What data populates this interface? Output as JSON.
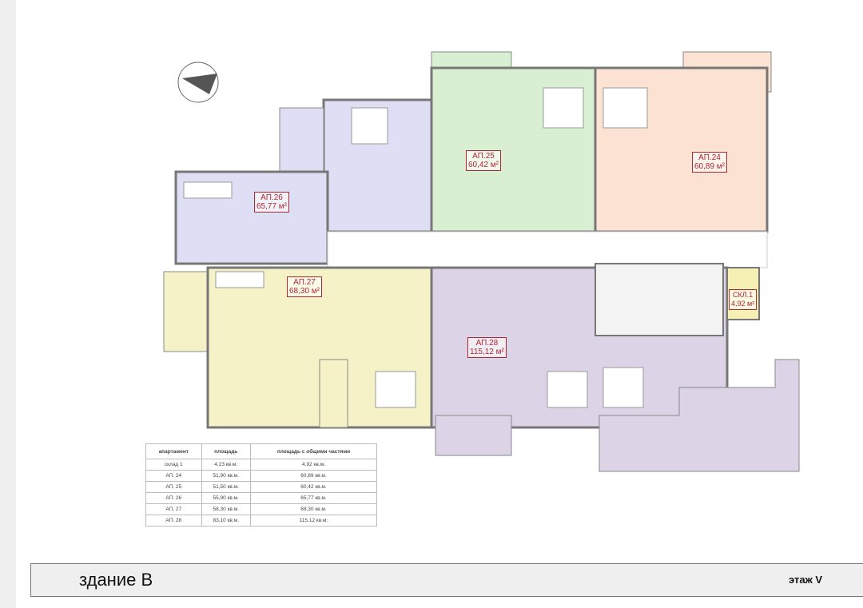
{
  "plan": {
    "apartments": [
      {
        "id": "ap26",
        "name": "АП.26",
        "area": "65,77 м²",
        "color": "#dedff5"
      },
      {
        "id": "ap25",
        "name": "АП.25",
        "area": "60,42 м²",
        "color": "#d8efd2"
      },
      {
        "id": "ap24",
        "name": "АП.24",
        "area": "60,89 м²",
        "color": "#fbe2d2"
      },
      {
        "id": "ap27",
        "name": "АП.27",
        "area": "68,30 м²",
        "color": "#f4f2c6"
      },
      {
        "id": "ap28",
        "name": "АП.28",
        "area": "115,12 м²",
        "color": "#dcd3e6"
      },
      {
        "id": "skl1",
        "name": "СКЛ.1",
        "area": "4,92 м²",
        "color": "#f6f0b5"
      }
    ]
  },
  "table": {
    "headers": [
      "апартамент",
      "площадь",
      "площадь с общими частями"
    ],
    "rows": [
      [
        "склад 1",
        "4,23 кв.м.",
        "4,92 кв.м."
      ],
      [
        "АП. 24",
        "51,90 кв.м.",
        "60,89 кв.м."
      ],
      [
        "АП. 25",
        "51,50 кв.м.",
        "60,42 кв.м."
      ],
      [
        "АП. 26",
        "55,90 кв.м.",
        "65,77 кв.м."
      ],
      [
        "АП. 27",
        "58,30 кв.м.",
        "68,30 кв.м."
      ],
      [
        "АП. 28",
        "83,10 кв.м.",
        "115,12 кв.м."
      ]
    ]
  },
  "footer": {
    "building": "здание В",
    "floor": "этаж V"
  }
}
